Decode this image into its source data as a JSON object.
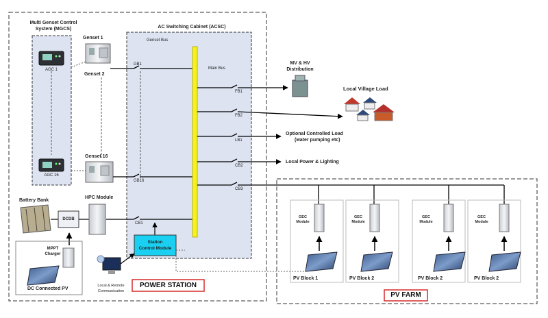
{
  "mgcs": {
    "title_line1": "Multi Genset Control",
    "title_line2": "System (MGCS)",
    "agc1": "AGC 1",
    "agc16": "AGC 16"
  },
  "gensets": {
    "g1": "Genset 1",
    "g2": "Genset 2",
    "g16": "Genset 16"
  },
  "acsc": {
    "title": "AC Switching Cabinet (ACSC)",
    "genset_bus": "Genset Bus",
    "main_bus": "Main Bus"
  },
  "breakers": {
    "gb1": "GB1",
    "gb16": "GB16",
    "cb1": "CB1",
    "fb1": "FB1",
    "fb2": "FB2",
    "lb1": "LB1",
    "cb2": "CB2",
    "cb3": "CB3"
  },
  "loads": {
    "mv_line1": "MV & HV",
    "mv_line2": "Distribution",
    "village": "Local Village Load",
    "optional_line1": "Optional Controlled Load",
    "optional_line2": "(water pumping etc)",
    "local_power": "Local Power & Lighting"
  },
  "battery": {
    "bank": "Battery Bank",
    "dcdb": "DCDB",
    "hpc": "HPC Module"
  },
  "mppt": {
    "line1": "MPPT",
    "line2": "Charger",
    "pv": "DC Connected PV"
  },
  "station": {
    "line1": "Station",
    "line2": "Control Module"
  },
  "comm": {
    "line1": "Local & Remote",
    "line2": "Communication"
  },
  "power_station": "POWER STATION",
  "pv_farm": {
    "title": "PV FARM",
    "gec_line1": "GEC",
    "gec_line2": "Module",
    "blocks": [
      "PV Block 1",
      "PV Block 2",
      "PV Block 2",
      "PV Block 2"
    ]
  },
  "colors": {
    "panel_fill": "#dde3f1",
    "bus_yellow": "#f6f21a",
    "station_fill": "#19d0f2",
    "red_label": "#d62b2b"
  }
}
